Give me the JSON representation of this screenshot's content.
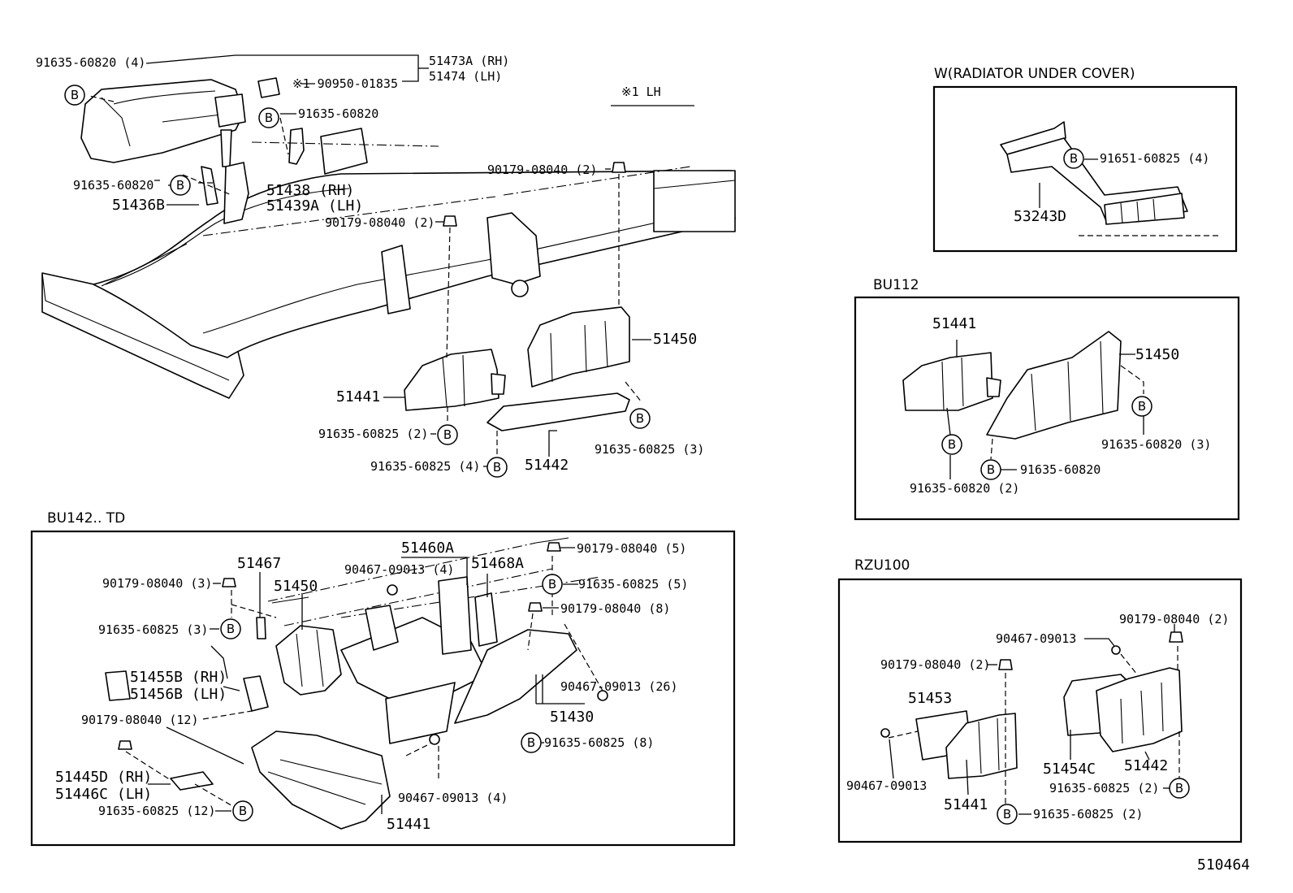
{
  "diagram_code": "510464",
  "bolt_marker": "B",
  "main_view": {
    "labels": {
      "p_91635_60820_4": "91635-60820 (4)",
      "p_51473a": "51473A (RH)",
      "p_51474": "51474  (LH)",
      "p_90950": "※1 90950-01835",
      "p_91635_60820": "91635-60820",
      "note_lh": "※1 LH",
      "p_91635_60820_b": "91635-60820",
      "p_51436b": "51436B",
      "p_51438": "51438  (RH)",
      "p_51439a": "51439A (LH)",
      "p_90179_08040_2a": "90179-08040 (2)",
      "p_90179_08040_2b": "90179-08040 (2)",
      "p_51450": "51450",
      "p_51441": "51441",
      "p_91635_60825_2": "91635-60825 (2)",
      "p_91635_60825_4": "91635-60825 (4)",
      "p_51442": "51442",
      "p_91635_60825_3": "91635-60825 (3)"
    }
  },
  "radiator_box": {
    "title": "W(RADIATOR UNDER COVER)",
    "labels": {
      "p_91651": "91651-60825 (4)",
      "p_53243d": "53243D"
    }
  },
  "bu112_box": {
    "title": "BU112",
    "labels": {
      "p_51441": "51441",
      "p_51450": "51450",
      "p_91635_60820_3": "91635-60820 (3)",
      "p_91635_60820": "91635-60820",
      "p_91635_60820_2": "91635-60820 (2)"
    }
  },
  "bu142_box": {
    "title": "BU142.. TD",
    "labels": {
      "p_51460a": "51460A",
      "p_90179_08040_5": "90179-08040 (5)",
      "p_51467": "51467",
      "p_90467_09013_4a": "90467-09013 (4)",
      "p_51468a": "51468A",
      "p_90179_08040_3": "90179-08040 (3)",
      "p_51450": "51450",
      "p_91635_60825_5": "91635-60825 (5)",
      "p_90179_08040_8": "90179-08040 (8)",
      "p_91635_60825_3": "91635-60825 (3)",
      "p_51455b": "51455B (RH)",
      "p_51456b": "51456B (LH)",
      "p_90467_09013_26": "90467-09013 (26)",
      "p_51430": "51430",
      "p_90179_08040_12": "90179-08040 (12)",
      "p_91635_60825_8": "91635-60825 (8)",
      "p_51445d": "51445D (RH)",
      "p_51446c": "51446C (LH)",
      "p_90467_09013_4b": "90467-09013 (4)",
      "p_91635_60825_12": "91635-60825 (12)",
      "p_51441": "51441"
    }
  },
  "rzu100_box": {
    "title": "RZU100",
    "labels": {
      "p_90179_08040_2a": "90179-08040 (2)",
      "p_90467_09013a": "90467-09013",
      "p_90179_08040_2b": "90179-08040 (2)",
      "p_51453": "51453",
      "p_90467_09013b": "90467-09013",
      "p_51454c": "51454C",
      "p_51442": "51442",
      "p_91635_60825_2a": "91635-60825 (2)",
      "p_51441": "51441",
      "p_91635_60825_2b": "91635-60825 (2)"
    }
  }
}
